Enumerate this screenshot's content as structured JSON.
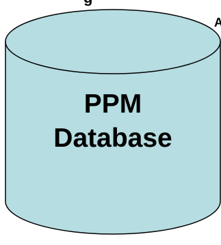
{
  "diagram": {
    "shape": "cylinder",
    "fill_color": "#b6dde1",
    "stroke_color": "#000000",
    "label_lines": [
      "PPM",
      "Database"
    ],
    "top_text_fragment": "g",
    "corner_text_fragment": "A"
  }
}
